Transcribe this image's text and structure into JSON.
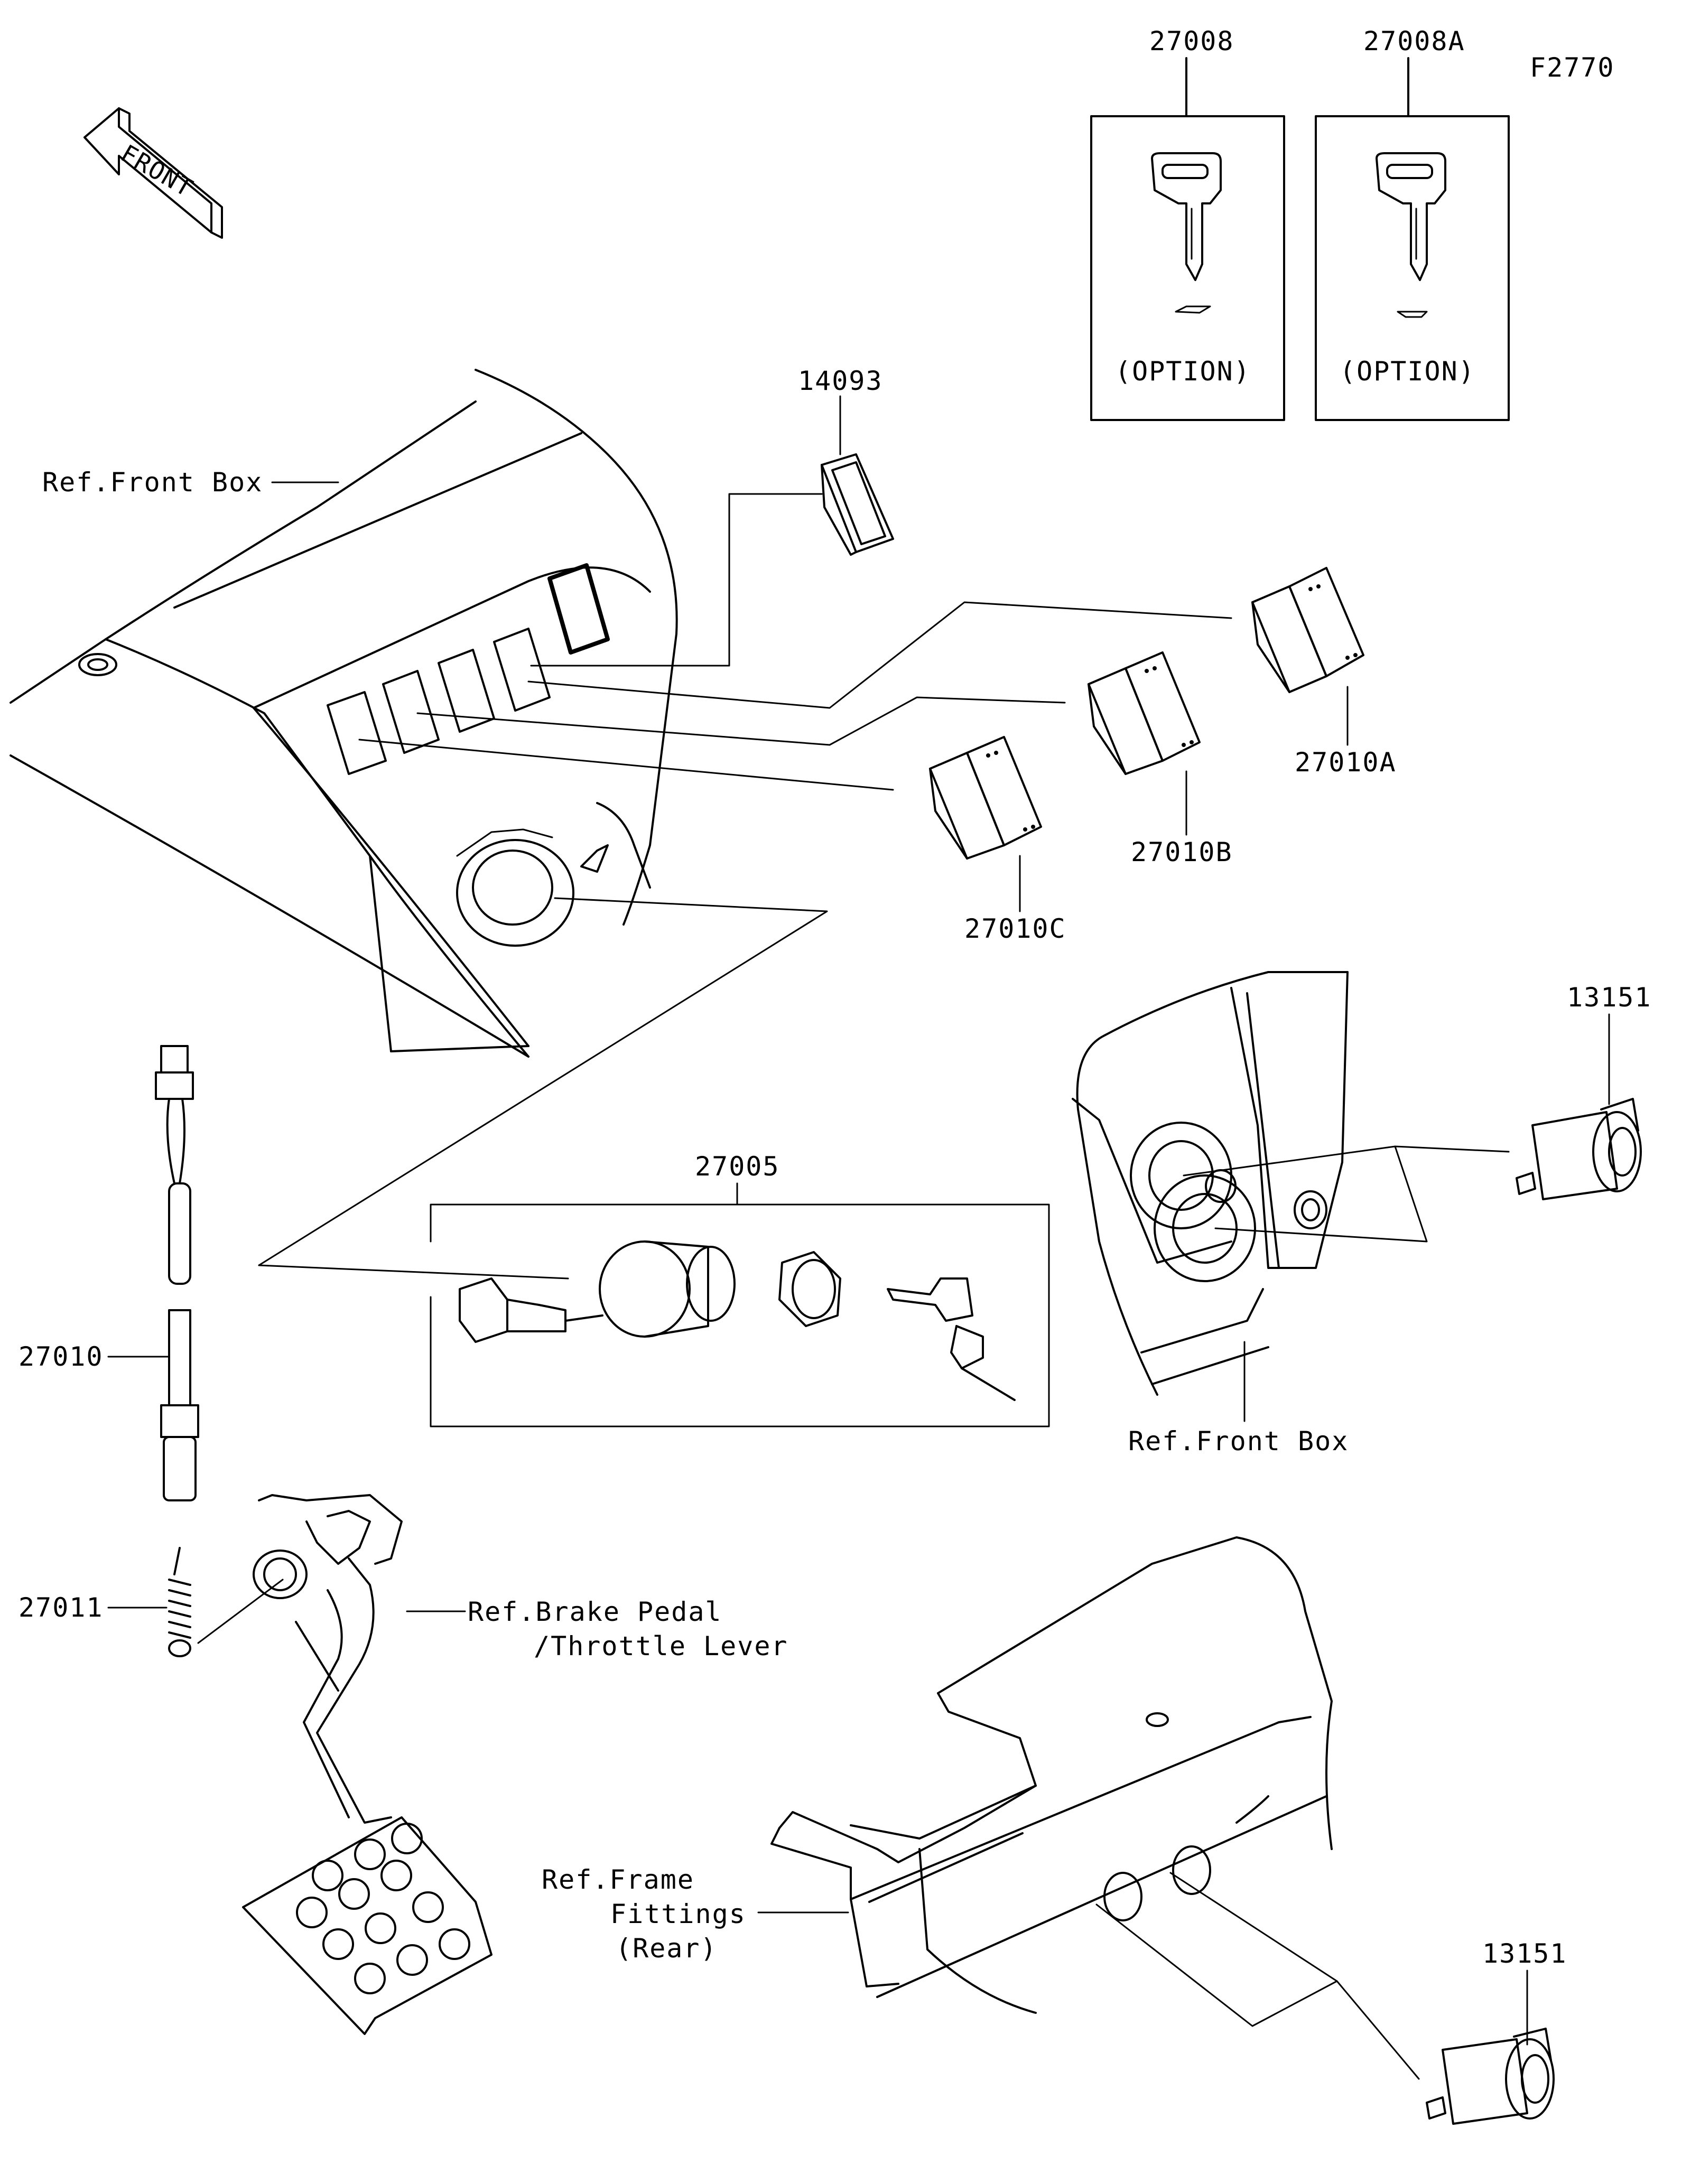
{
  "figure_code": "F2770",
  "front_marker": "FRONT",
  "parts": {
    "key_27008": "27008",
    "key_27008A": "27008A",
    "option_left": "(OPTION)",
    "option_right": "(OPTION)",
    "cover_14093": "14093",
    "switch_27010A": "27010A",
    "switch_27010B": "27010B",
    "switch_27010C": "27010C",
    "ignition_27005": "27005",
    "socket_13151_upper": "13151",
    "socket_13151_lower": "13151",
    "brake_switch_27010": "27010",
    "spring_27011": "27011"
  },
  "refs": {
    "front_box_top": "Ref.Front Box",
    "front_box_right": "Ref.Front Box",
    "brake_pedal_line1": "Ref.Brake Pedal",
    "brake_pedal_line2": "/Throttle Lever",
    "frame_line1": "Ref.Frame",
    "frame_line2": "Fittings",
    "frame_line3": "(Rear)"
  }
}
